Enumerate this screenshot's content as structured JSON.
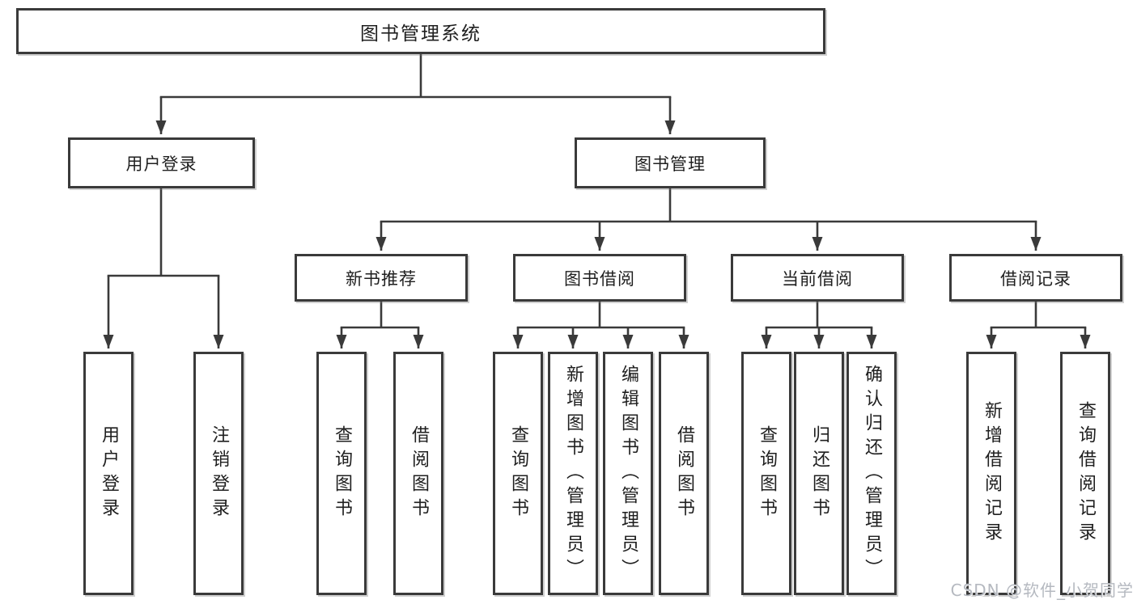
{
  "tree": {
    "label": "图书管理系统",
    "children": [
      {
        "label": "用户登录",
        "children": [
          {
            "label": "用户登录"
          },
          {
            "label": "注销登录"
          }
        ]
      },
      {
        "label": "图书管理",
        "children": [
          {
            "label": "新书推荐",
            "children": [
              {
                "label": "查询图书"
              },
              {
                "label": "借阅图书"
              }
            ]
          },
          {
            "label": "图书借阅",
            "children": [
              {
                "label": "查询图书"
              },
              {
                "label": "新增图书（管理员）"
              },
              {
                "label": "编辑图书（管理员）"
              },
              {
                "label": "借阅图书"
              }
            ]
          },
          {
            "label": "当前借阅",
            "children": [
              {
                "label": "查询图书"
              },
              {
                "label": "归还图书"
              },
              {
                "label": "确认归还（管理员）"
              }
            ]
          },
          {
            "label": "借阅记录",
            "children": [
              {
                "label": "新增借阅记录"
              },
              {
                "label": "查询借阅记录"
              }
            ]
          }
        ]
      }
    ]
  },
  "watermark": {
    "text": "CSDN @软件_小贺同学"
  },
  "colors": {
    "line": "#3a3a3a",
    "text": "#1f1f1f",
    "watermark": "#b5b9c0",
    "background": "#ffffff"
  }
}
